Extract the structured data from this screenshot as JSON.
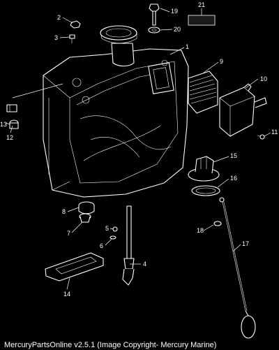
{
  "caption": "MercuryPartsOnline v2.5.1 (Image Copyright- Mercury Marine)",
  "callouts": [
    "1",
    "2",
    "3",
    "4",
    "5",
    "6",
    "7",
    "8",
    "9",
    "10",
    "11",
    "12",
    "13",
    "14",
    "15",
    "16",
    "17",
    "18",
    "19",
    "20",
    "21"
  ],
  "colors": {
    "background": "#000000",
    "line": "#ffffff"
  }
}
